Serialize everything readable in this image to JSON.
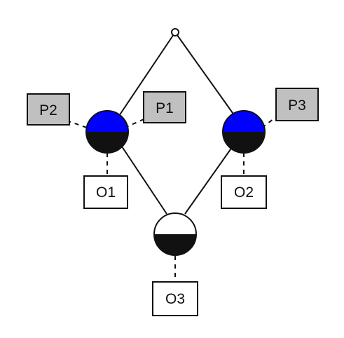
{
  "diagram": {
    "colors": {
      "line": "#111111",
      "concept_fill": "#0000ff",
      "attribute_fill": "#111111",
      "empty_fill": "#ffffff",
      "property_box_fill": "#c0c0c0",
      "object_box_fill": "#ffffff"
    },
    "labels": {
      "p1": "P1",
      "p2": "P2",
      "p3": "P3",
      "o1": "O1",
      "o2": "O2",
      "o3": "O3"
    }
  }
}
